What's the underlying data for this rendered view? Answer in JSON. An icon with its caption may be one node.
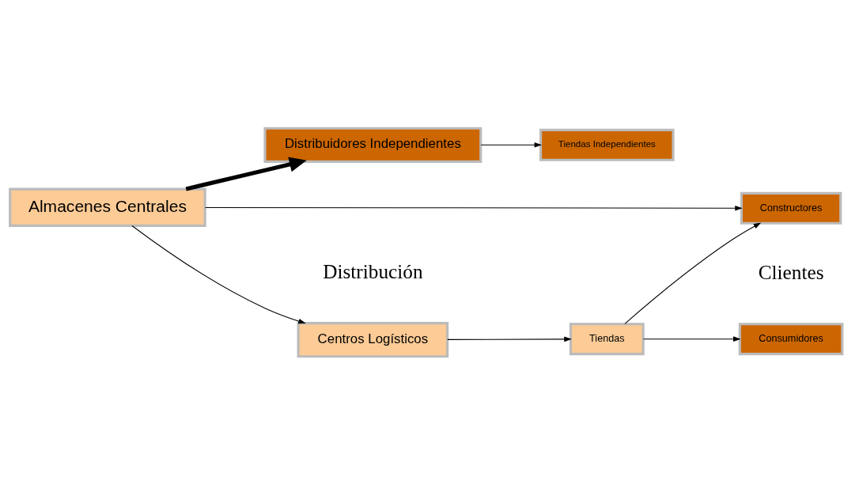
{
  "diagram": {
    "nodes": [
      {
        "text": [
          "Almacenes Centrales"
        ]
      },
      {
        "text": [
          "Centros Logísticos"
        ]
      },
      {
        "text": [
          "Distribuidores Independientes"
        ]
      },
      {
        "text": [
          "Tiendas"
        ]
      },
      {
        "text": [
          "Tiendas Independientes"
        ]
      },
      {
        "text": [
          "Consumidores"
        ]
      },
      {
        "text": [
          "Constructores"
        ]
      }
    ],
    "edges": [
      {
        "from": 0,
        "to": 1,
        "arrow": "to"
      },
      {
        "from": 0,
        "to": 6,
        "arrow": "to"
      },
      {
        "from": 0,
        "to": 2,
        "arrow": "to",
        "style": "thick"
      },
      {
        "from": 1,
        "to": 3,
        "arrow": "to"
      },
      {
        "from": 2,
        "to": 4,
        "arrow": "to"
      },
      {
        "from": 3,
        "to": 5,
        "arrow": "to"
      },
      {
        "from": 3,
        "to": 6,
        "arrow": "to"
      }
    ],
    "labels": [
      "Distribución",
      "Clientes"
    ]
  }
}
